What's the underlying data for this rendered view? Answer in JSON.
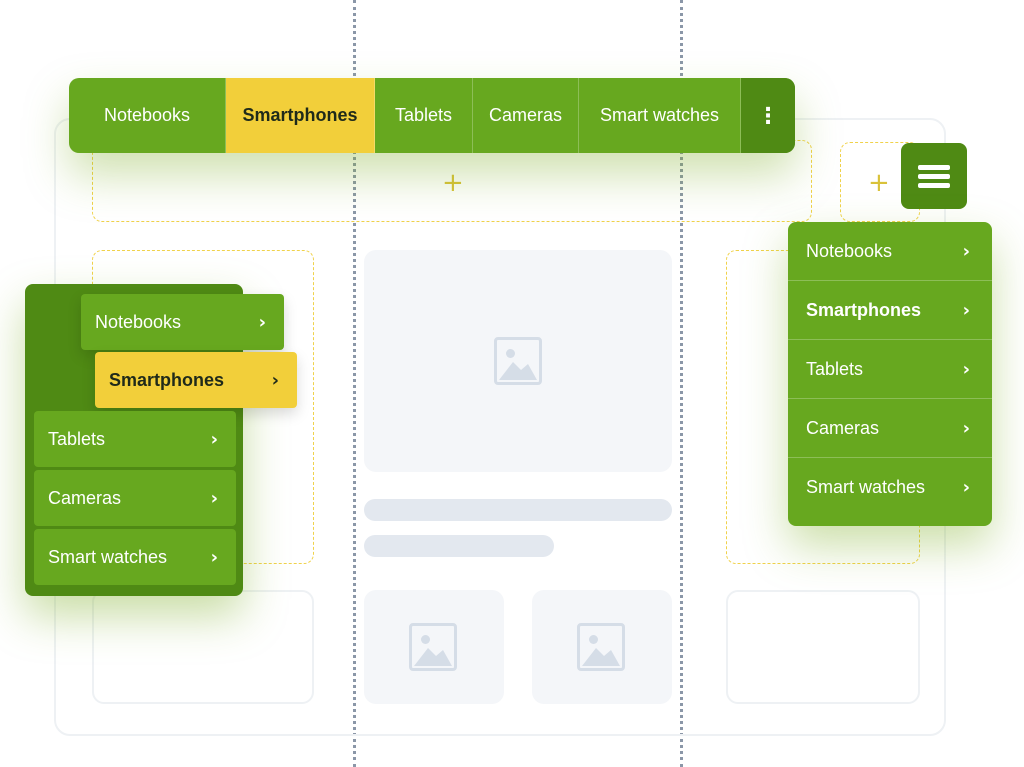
{
  "colors": {
    "green": "#67a81f",
    "dark_green": "#4f8a14",
    "yellow": "#f2cf3a",
    "dashed": "#f0d24a",
    "placeholder": "#f4f6f9"
  },
  "topbar": {
    "tabs": [
      {
        "label": "Notebooks",
        "active": false
      },
      {
        "label": "Smartphones",
        "active": true
      },
      {
        "label": "Tablets",
        "active": false
      },
      {
        "label": "Cameras",
        "active": false
      },
      {
        "label": "Smart watches",
        "active": false
      }
    ],
    "more_icon": "⋮"
  },
  "hamburger": {
    "icon": "menu-icon"
  },
  "dropdown": {
    "items": [
      {
        "label": "Notebooks",
        "chevron": "›"
      },
      {
        "label": "Smartphones",
        "chevron": "›"
      },
      {
        "label": "Tablets",
        "chevron": "›"
      },
      {
        "label": "Cameras",
        "chevron": "›"
      },
      {
        "label": "Smart watches",
        "chevron": "›"
      }
    ]
  },
  "leftmenu": {
    "items": [
      {
        "label": "Notebooks",
        "chevron": "›"
      },
      {
        "label": "Smartphones",
        "chevron": "›"
      },
      {
        "label": "Tablets",
        "chevron": "›"
      },
      {
        "label": "Cameras",
        "chevron": "›"
      },
      {
        "label": "Smart watches",
        "chevron": "›"
      }
    ]
  },
  "zones": {
    "plus": "+"
  }
}
